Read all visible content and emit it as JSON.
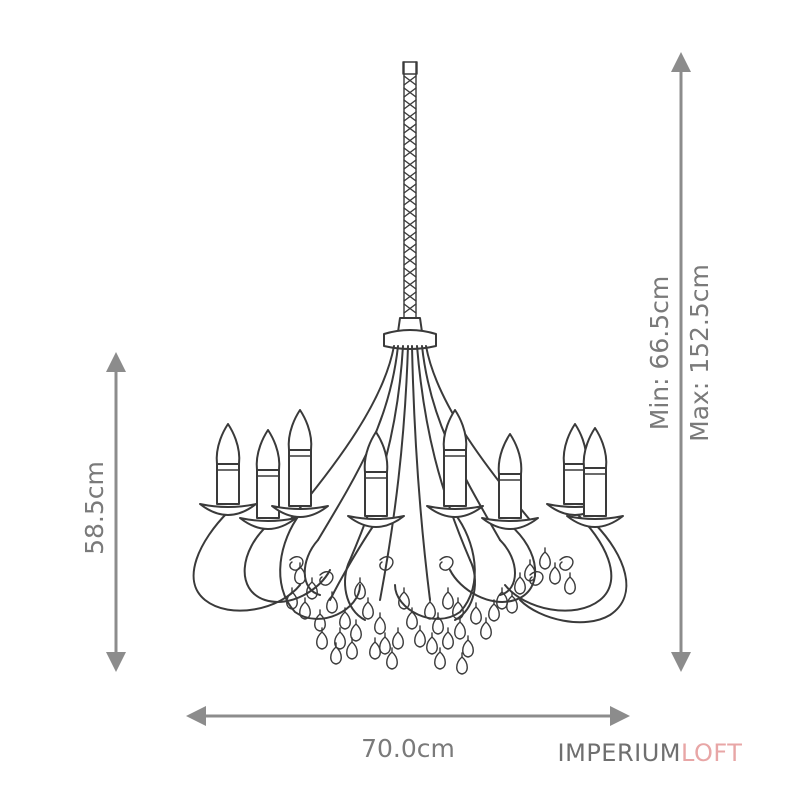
{
  "dimensions": {
    "height": "58.5cm",
    "width": "70.0cm",
    "drop_min": "Min: 66.5cm",
    "drop_max": "Max: 152.5cm"
  },
  "brand": {
    "part1": "IMPERIUM",
    "part2": "LOFT",
    "color1": "#6f6f6f",
    "color2": "#e8a6a6"
  },
  "colors": {
    "dimension": "#8c8c8c",
    "drawing": "#3a3a3a"
  }
}
